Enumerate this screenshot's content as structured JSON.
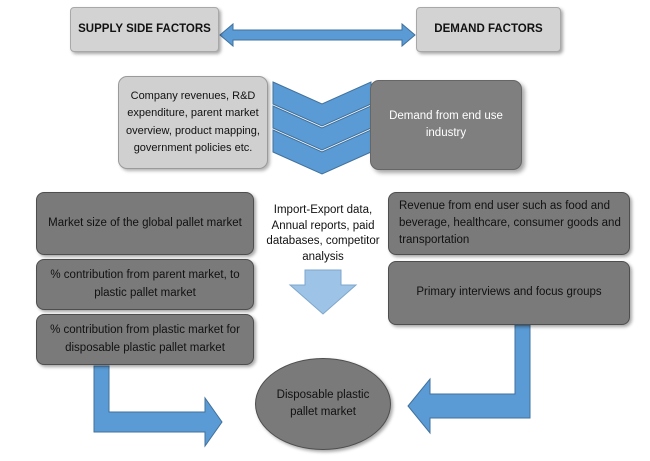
{
  "header": {
    "supply": "SUPPLY SIDE FACTORS",
    "demand": "DEMAND FACTORS"
  },
  "top_left_box": "Company revenues, R&D expenditure, parent market overview, product mapping, government policies etc.",
  "top_right_box": "Demand from end use industry",
  "left_boxes": [
    "Market size of the global pallet market",
    "% contribution from parent market, to plastic pallet market",
    "% contribution from plastic market for disposable plastic pallet market"
  ],
  "center_text": "Import-Export data, Annual reports, paid databases, competitor analysis",
  "right_boxes": [
    "Revenue from end user such as food and beverage, healthcare, consumer goods and transportation",
    "Primary interviews and focus groups"
  ],
  "result_oval": "Disposable plastic pallet market",
  "colors": {
    "arrow_blue": "#5b9bd5",
    "arrow_light_blue": "#9dc3e6",
    "box_light": "#d0d0d0",
    "box_dark": "#7a7a7a"
  }
}
